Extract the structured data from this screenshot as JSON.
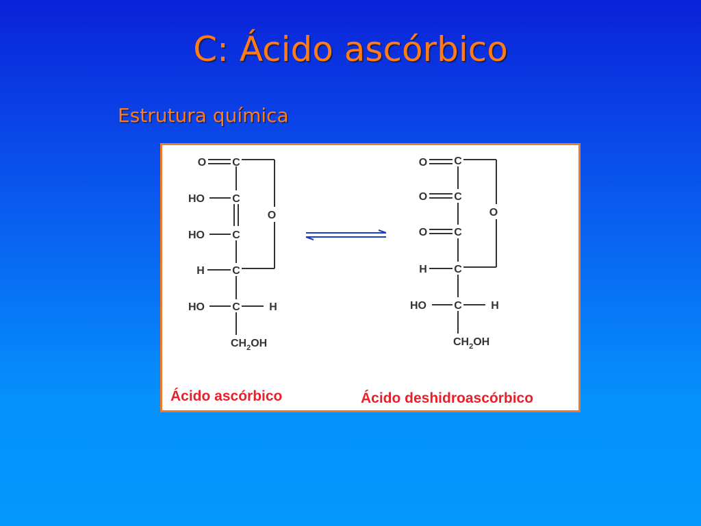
{
  "slide": {
    "title": "C: Ácido ascórbico",
    "subtitle": "Estrutura química"
  },
  "diagram": {
    "left_molecule": {
      "caption": "Ácido ascórbico",
      "atoms": [
        "O",
        "C",
        "HO",
        "C",
        "O",
        "HO",
        "C",
        "H",
        "C",
        "HO",
        "C",
        "H",
        "CH",
        "2",
        "OH"
      ]
    },
    "right_molecule": {
      "caption": "Ácido deshidroascórbico",
      "atoms": [
        "O",
        "C",
        "O",
        "C",
        "O",
        "O",
        "C",
        "H",
        "C",
        "HO",
        "C",
        "H",
        "CH",
        "2",
        "OH"
      ]
    },
    "arrow_color": "#1f3bbf",
    "caption_color": "#e8202a",
    "border_color": "#ee7a2c"
  }
}
